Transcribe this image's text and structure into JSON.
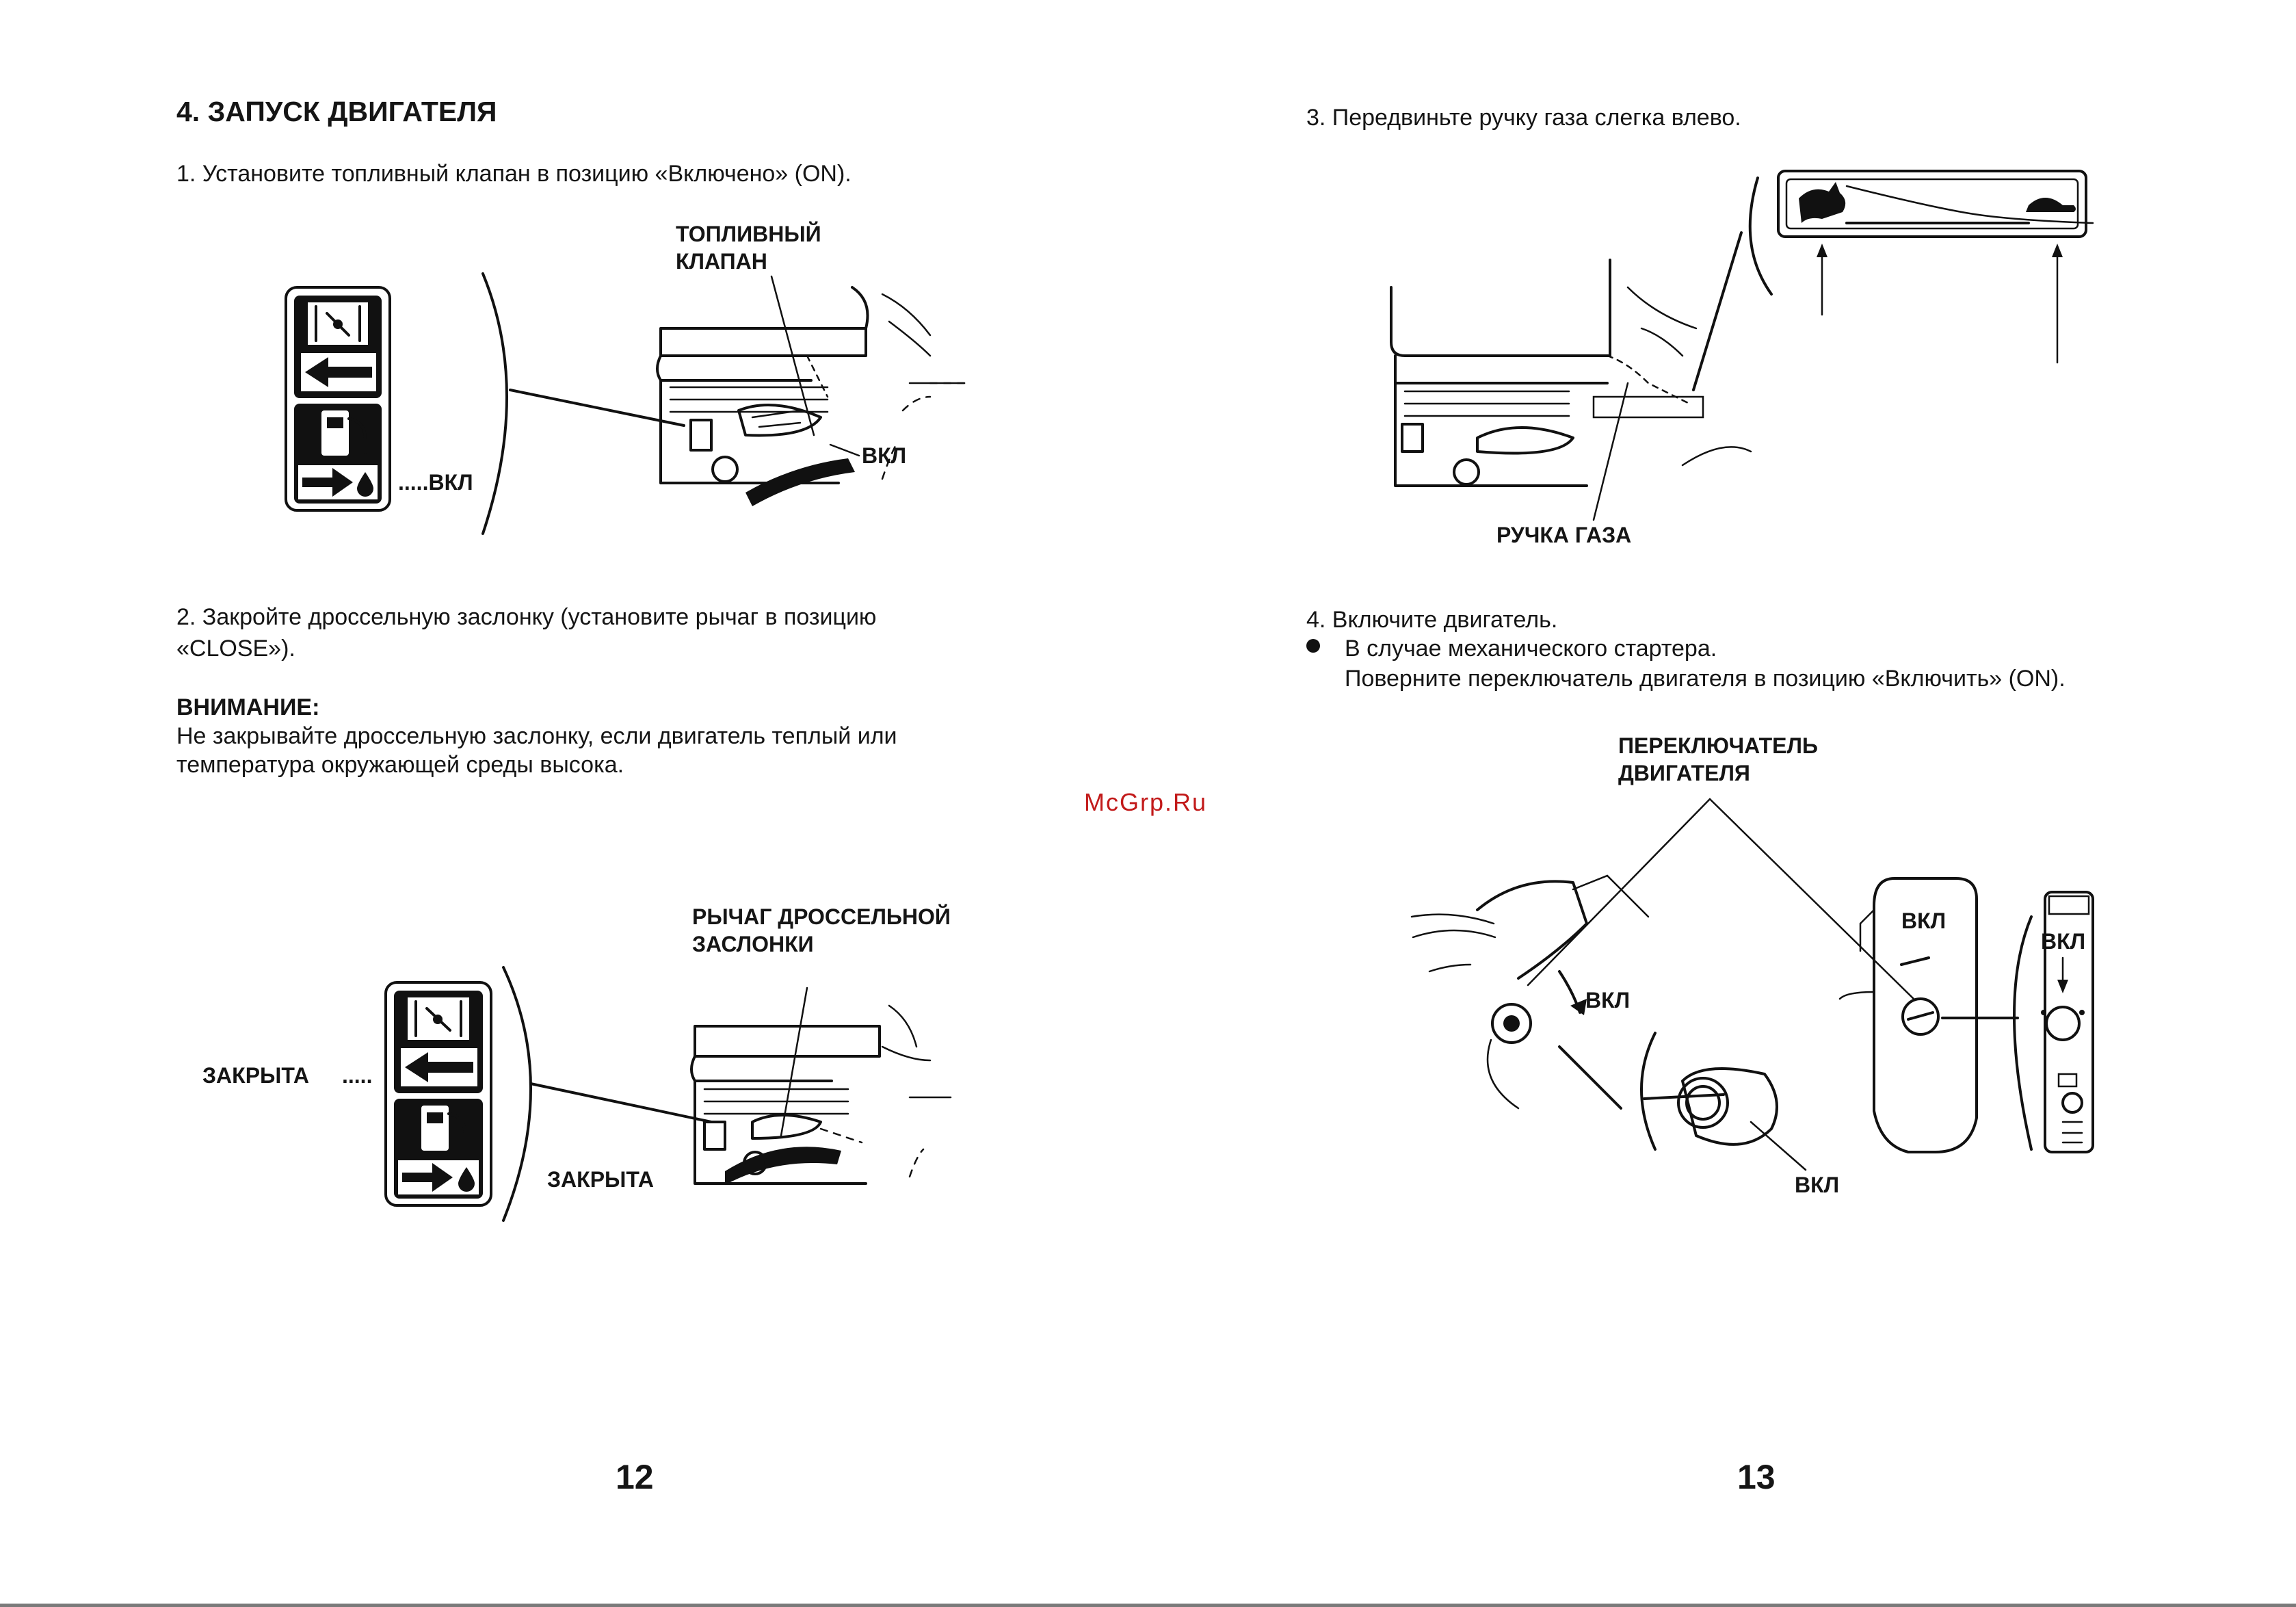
{
  "left_page": {
    "heading": "4. ЗАПУСК ДВИГАТЕЛЯ",
    "step1": "1. Установите топливный клапан в позицию «Включено» (ON).",
    "fig1": {
      "callout_line1": "ТОПЛИВНЫЙ",
      "callout_line2": "КЛАПАН",
      "label_on_right": "ВКЛ",
      "label_on_left": ".....ВКЛ"
    },
    "step2_line1": "2. Закройте дроссельную заслонку (установите рычаг в позицию",
    "step2_line2": "«CLOSE»).",
    "warning_title": "ВНИМАНИЕ:",
    "warning_line1": "Не закрывайте дроссельную заслонку, если двигатель теплый или",
    "warning_line2": "температура окружающей среды высока.",
    "fig2": {
      "callout_line1": "РЫЧАГ ДРОССЕЛЬНОЙ",
      "callout_line2": "ЗАСЛОНКИ",
      "label_closed_left": "ЗАКРЫТА",
      "label_closed_left_dots": ".....",
      "label_closed_bottom": "ЗАКРЫТА"
    },
    "page_number": "12"
  },
  "watermark": "McGrp.Ru",
  "right_page": {
    "step3": "3. Передвиньте ручку газа слегка влево.",
    "fig3": {
      "callout": "РУЧКА ГАЗА"
    },
    "step4": "4. Включите двигатель.",
    "bullet_line1": "В случае механического стартера.",
    "bullet_line2": "Поверните переключатель двигателя в позицию «Включить» (ON).",
    "fig4": {
      "callout_line1": "ПЕРЕКЛЮЧАТЕЛЬ",
      "callout_line2": "ДВИГАТЕЛЯ",
      "label_on_1": "ВКЛ",
      "label_on_2": "ВКЛ",
      "label_on_3": "ВКЛ",
      "label_on_4": "ВКЛ"
    },
    "page_number": "13"
  },
  "icons": [
    "choke-icon",
    "arrow-left-icon",
    "fuel-pump-icon",
    "arrow-right-drop-icon",
    "rabbit-icon",
    "turtle-icon"
  ]
}
